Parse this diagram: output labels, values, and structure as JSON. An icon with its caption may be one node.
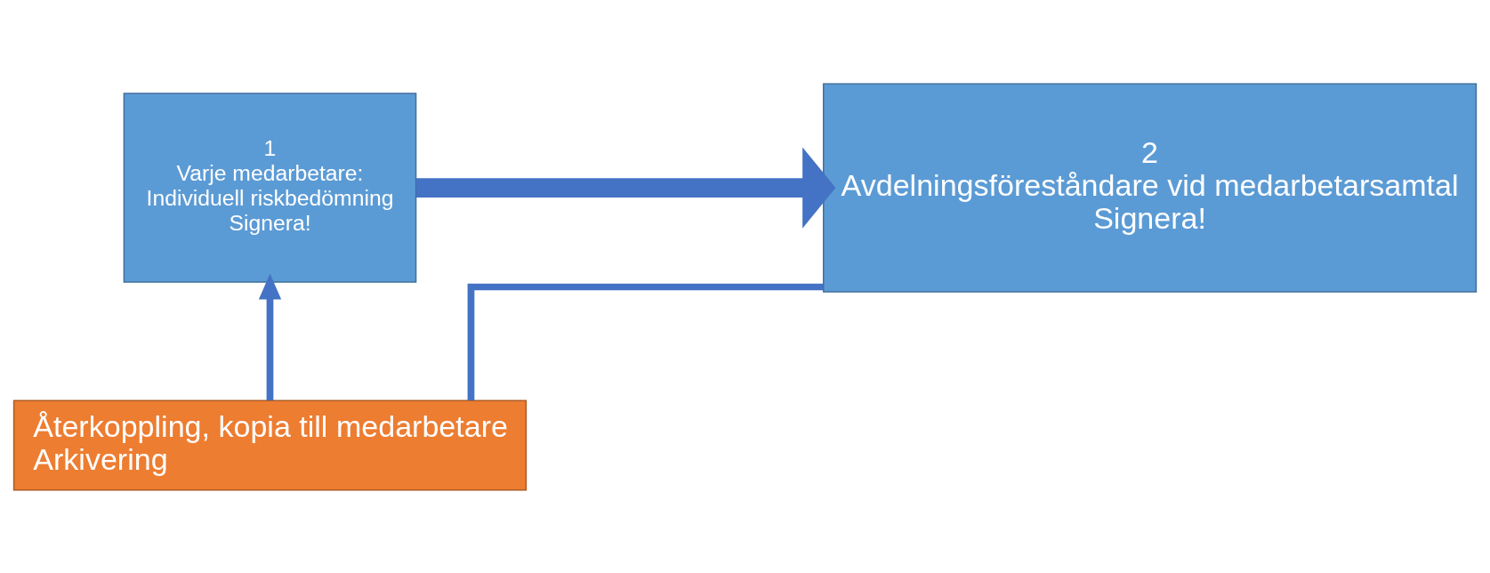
{
  "diagram": {
    "nodes": [
      {
        "text": [
          "1",
          "Varje medarbetare:",
          "Individuell riskbedömning",
          "Signera!"
        ]
      },
      {
        "text": [
          "2",
          "Avdelningsföreståndare vid medarbetarsamtal",
          "Signera!"
        ]
      },
      {
        "text": [
          "Återkoppling, kopia till medarbetare",
          "Arkivering"
        ]
      }
    ],
    "edges": [
      {
        "from": 0,
        "to": 1,
        "arrow": "to",
        "style": "thick"
      },
      {
        "from": 1,
        "to": 2,
        "arrow": "none"
      },
      {
        "from": 2,
        "to": 0,
        "arrow": "to"
      }
    ]
  }
}
